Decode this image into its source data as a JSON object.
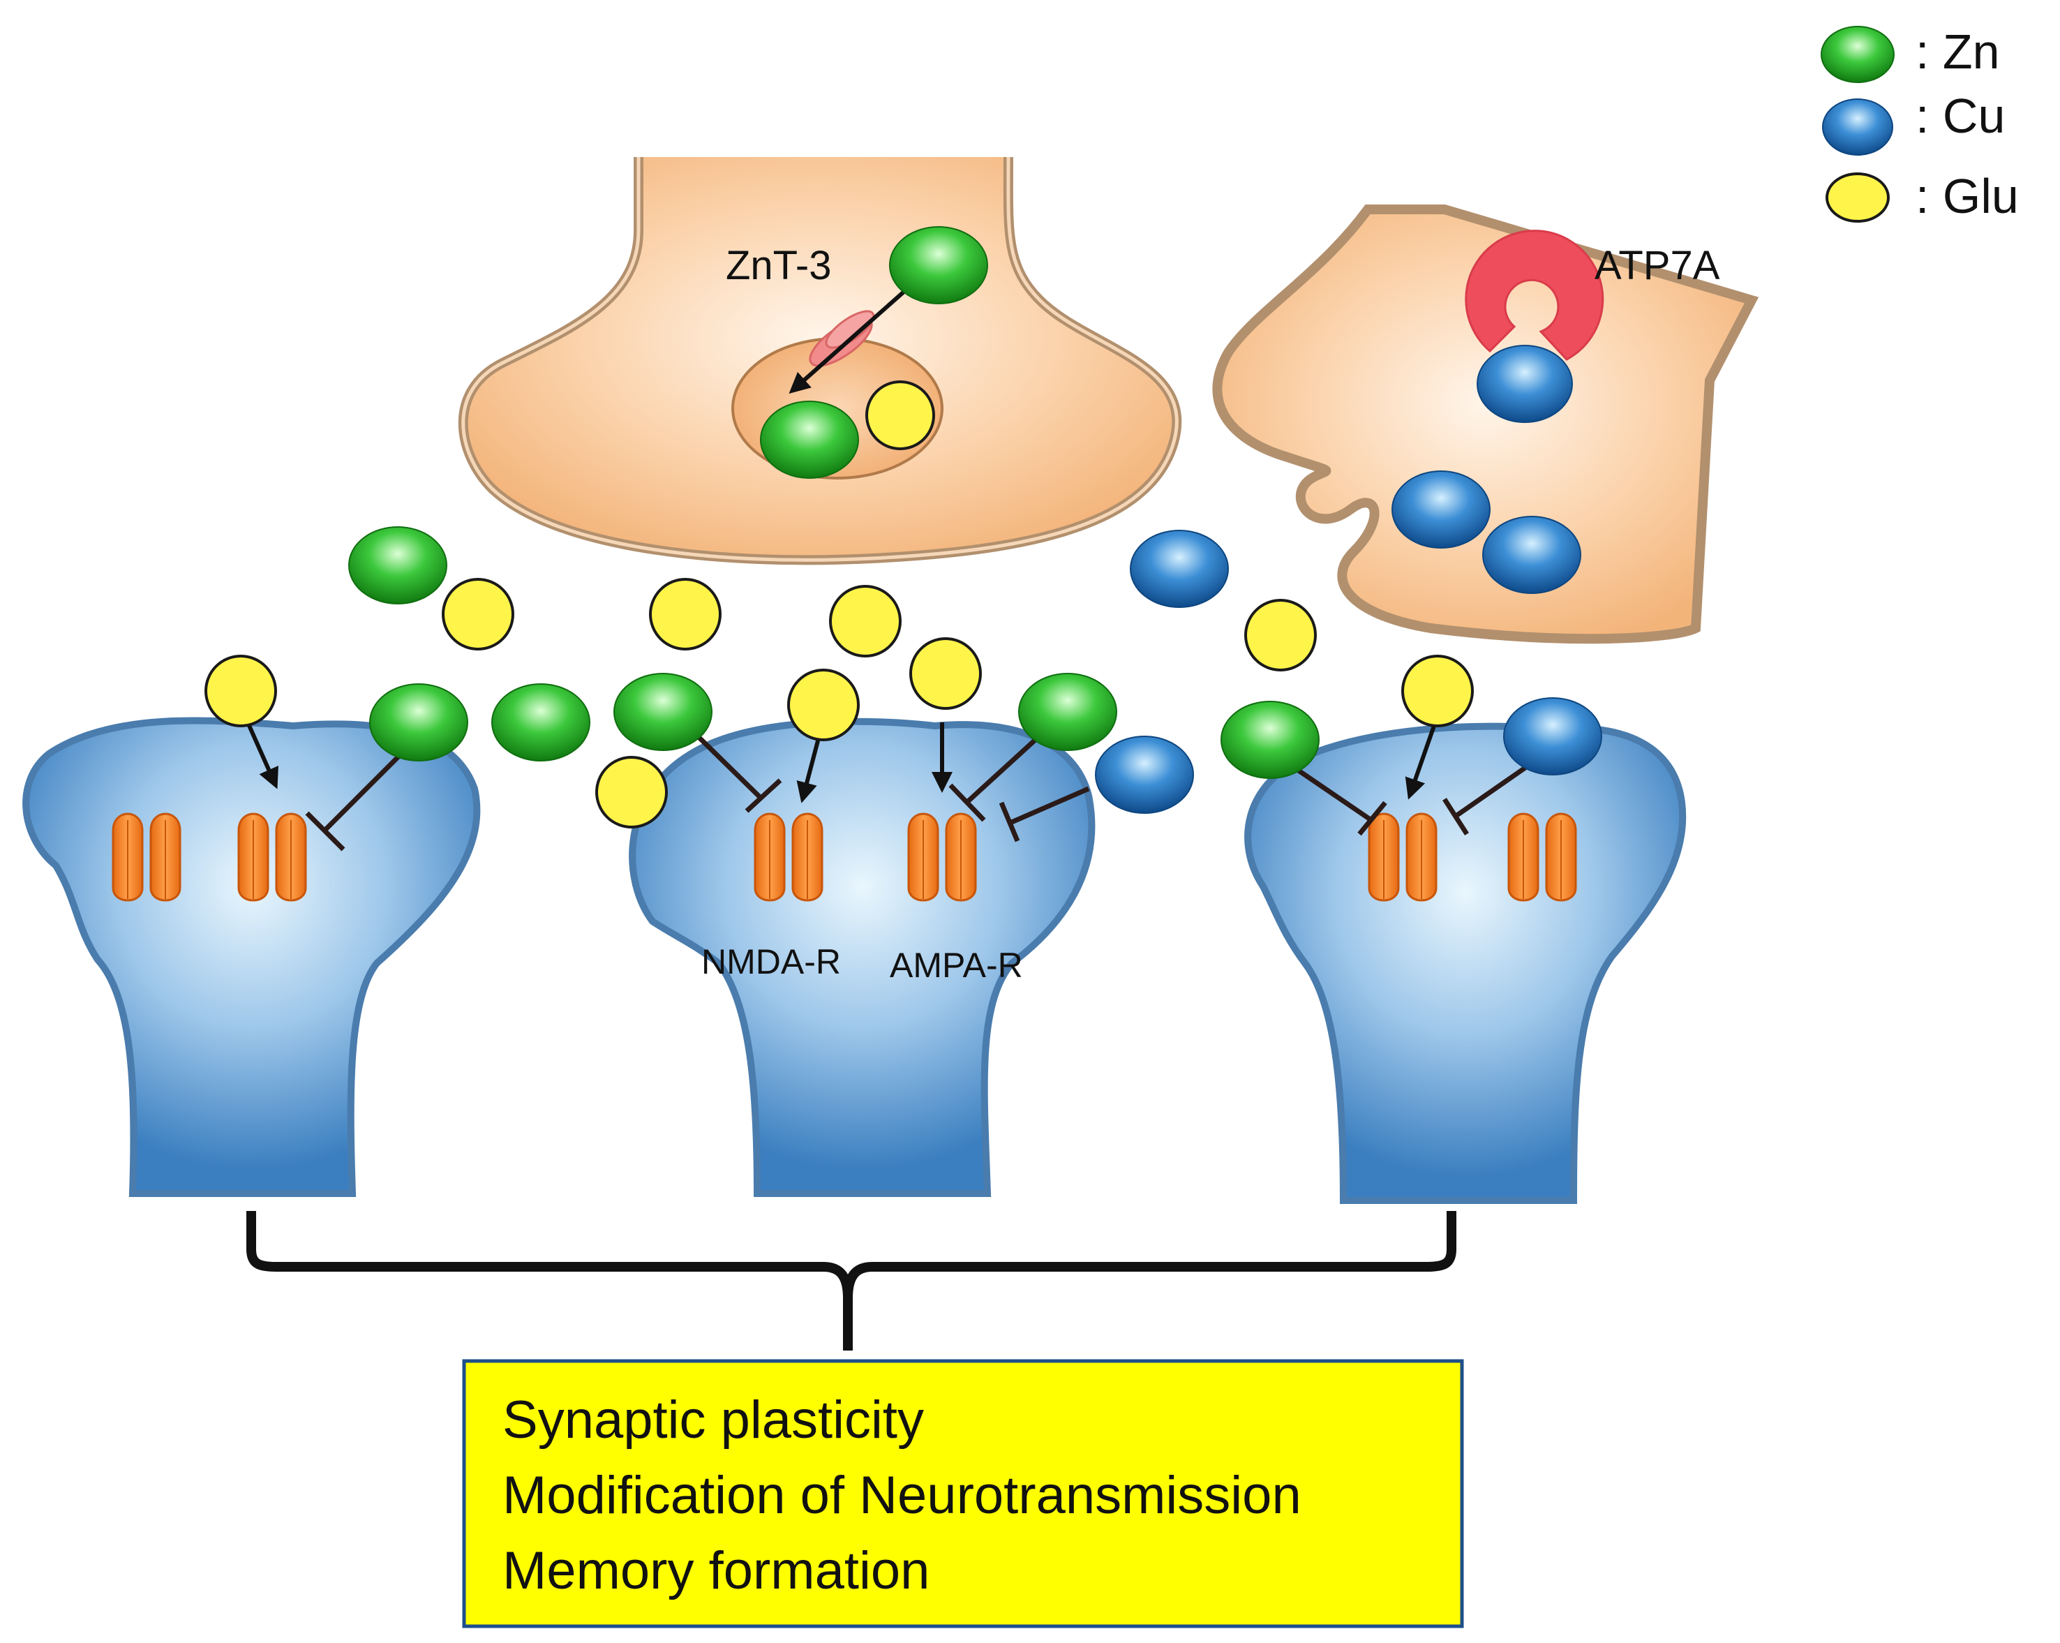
{
  "legend": {
    "zn": ": Zn",
    "cu": ": Cu",
    "glu": ": Glu"
  },
  "labels": {
    "znt3": "ZnT-3",
    "atp7a": "ATP7A",
    "nmda": "NMDA-R",
    "ampa": "AMPA-R"
  },
  "outcome_box": {
    "lines": [
      "Synaptic plasticity",
      "Modification of Neurotransmission",
      "Memory formation"
    ]
  },
  "colors": {
    "zn": "#22a822",
    "cu": "#1f6fb8",
    "glu": "#fff44a",
    "presynaptic": "#f6c08c",
    "postsynaptic": "#6fa6d6",
    "receptor": "#ff8a28",
    "atp7a": "#ee4d5c",
    "znt3": "#f08080",
    "box": "#ffff00"
  }
}
